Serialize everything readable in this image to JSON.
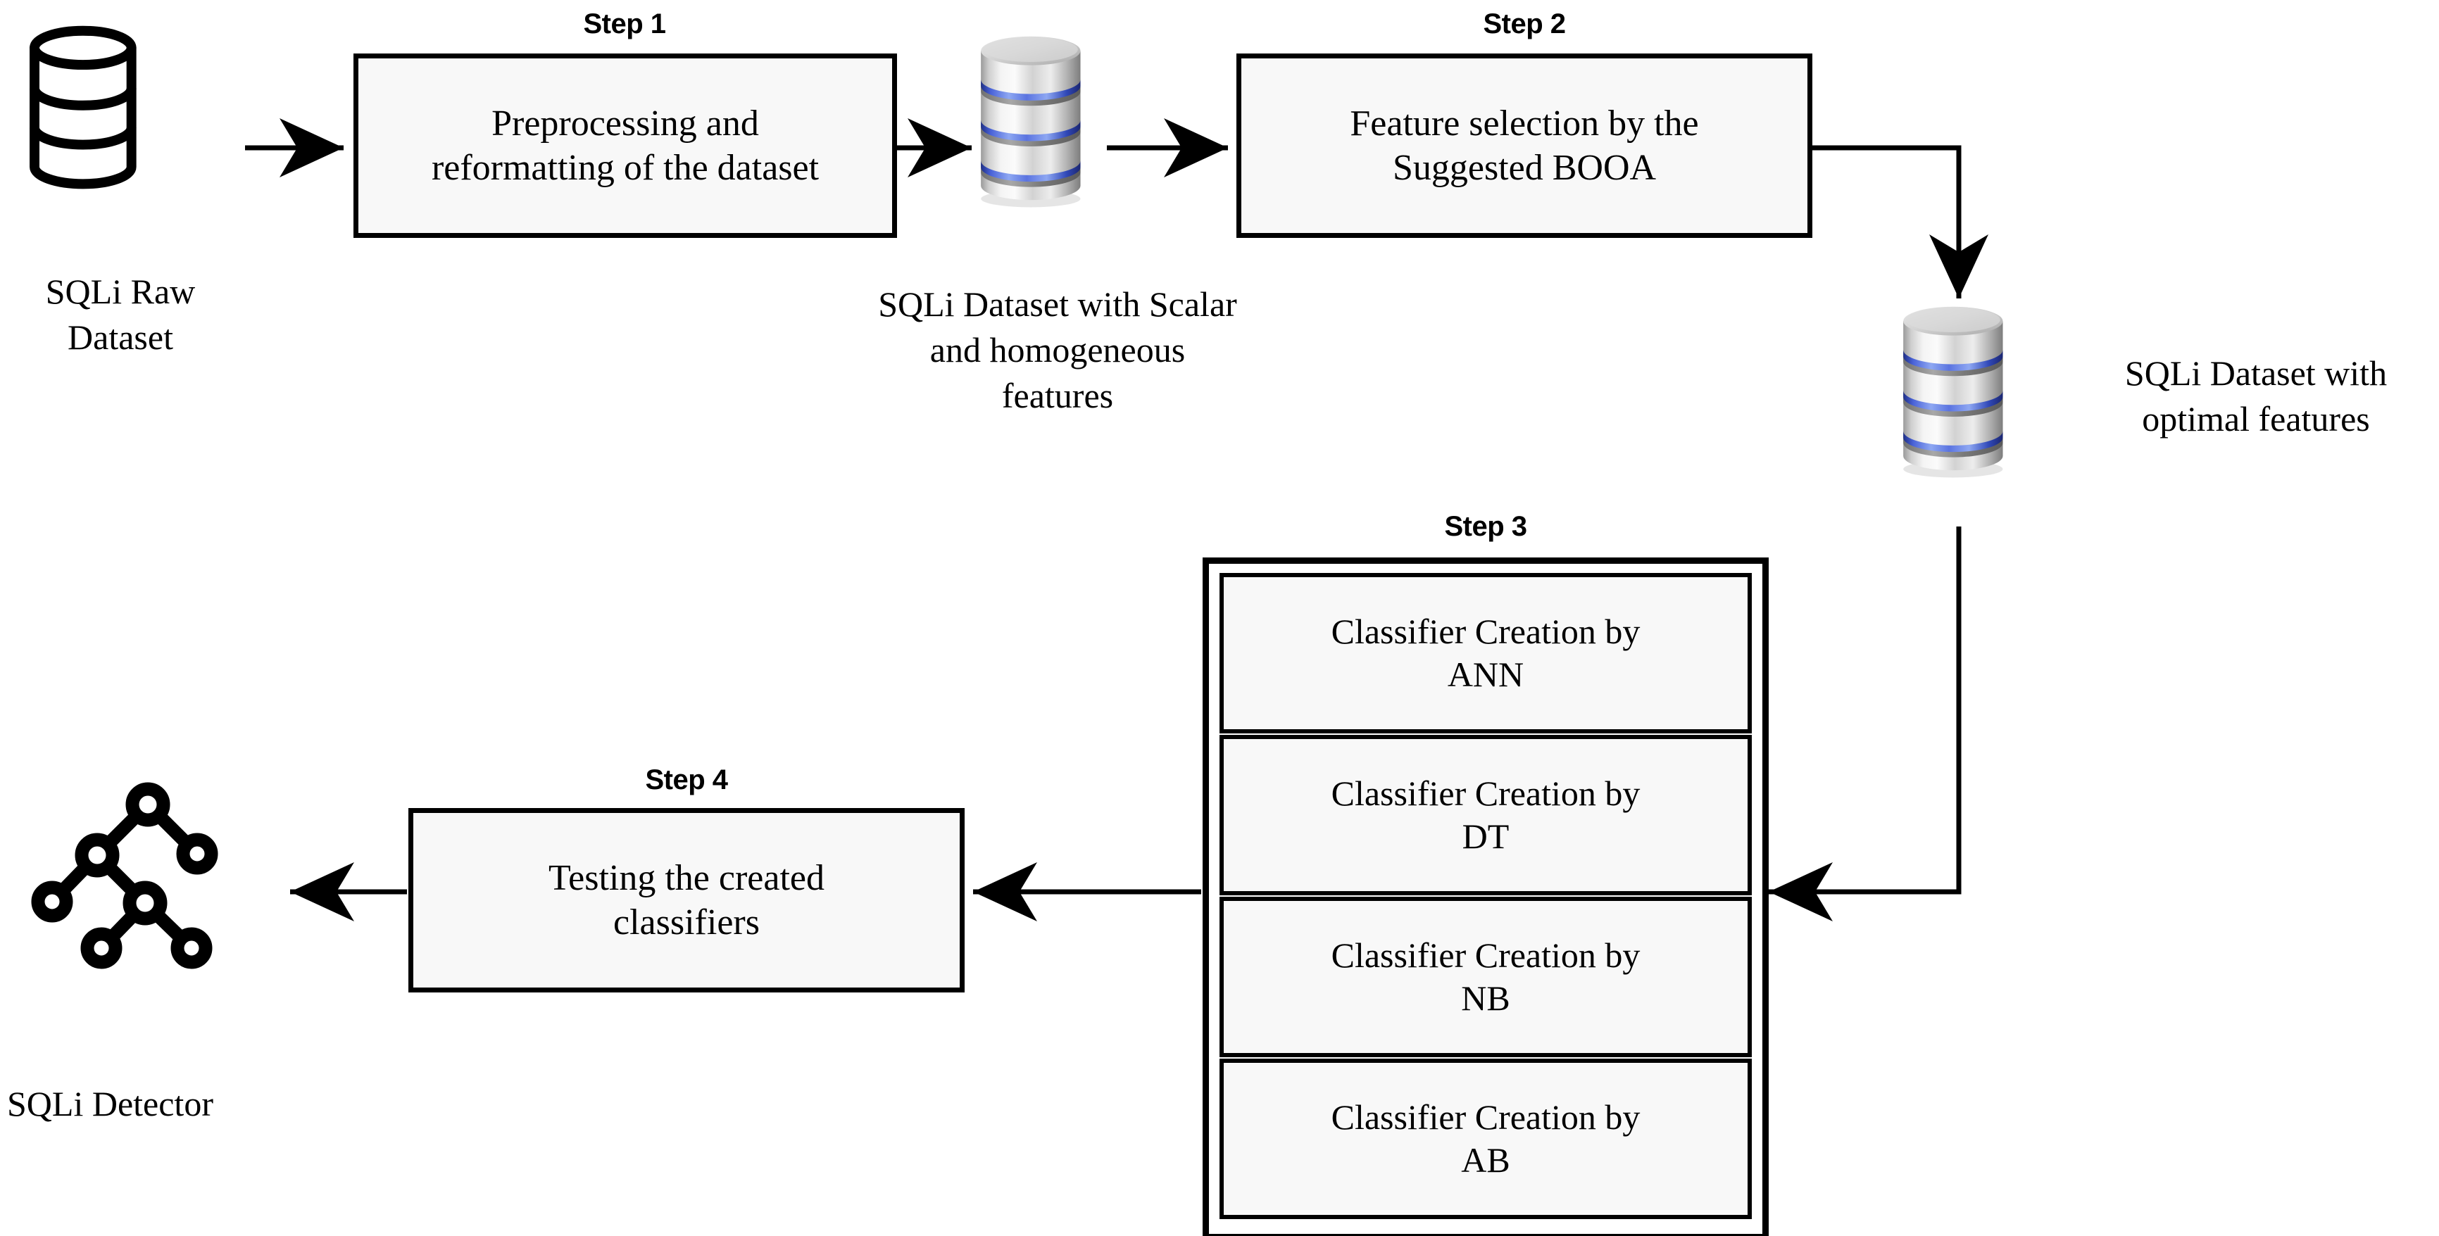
{
  "diagram": {
    "title": "SQLi detection methodology flowchart",
    "colors": {
      "box_fill": "#f8f8f8",
      "stroke": "#000000",
      "db_band": "#3a5fd0",
      "db_metal_light": "#f2f2f2",
      "db_metal_dark": "#8d8d8d"
    }
  },
  "nodes": {
    "raw_dataset": {
      "icon": "database-cylinder-icon",
      "caption_line1": "SQLi Raw",
      "caption_line2": "Dataset"
    },
    "scalar_dataset": {
      "icon": "database-cylinder-3d-icon",
      "caption_line1": "SQLi Dataset with Scalar",
      "caption_line2": "and homogeneous",
      "caption_line3": "features"
    },
    "optimal_dataset": {
      "icon": "database-cylinder-3d-icon",
      "caption_line1": "SQLi Dataset with",
      "caption_line2": "optimal features"
    },
    "detector": {
      "icon": "decision-tree-icon",
      "caption": "SQLi Detector"
    }
  },
  "steps": [
    {
      "id": "step1",
      "label": "Step 1",
      "text_line1": "Preprocessing and",
      "text_line2": "reformatting of the dataset"
    },
    {
      "id": "step2",
      "label": "Step 2",
      "text_line1": "Feature selection by the",
      "text_line2": "Suggested BOOA"
    },
    {
      "id": "step3",
      "label": "Step 3",
      "classifiers": [
        {
          "line1": "Classifier Creation by",
          "line2": "ANN"
        },
        {
          "line1": "Classifier Creation by",
          "line2": "DT"
        },
        {
          "line1": "Classifier Creation by",
          "line2": "NB"
        },
        {
          "line1": "Classifier Creation by",
          "line2": "AB"
        }
      ]
    },
    {
      "id": "step4",
      "label": "Step 4",
      "text_line1": "Testing the created",
      "text_line2": "classifiers"
    }
  ],
  "connectors": [
    {
      "name": "raw-to-step1",
      "from": "raw_dataset",
      "to": "step1",
      "direction": "right"
    },
    {
      "name": "step1-to-scalar-db",
      "from": "step1",
      "to": "scalar_dataset",
      "direction": "right"
    },
    {
      "name": "scalar-db-to-step2",
      "from": "scalar_dataset",
      "to": "step2",
      "direction": "right"
    },
    {
      "name": "step2-to-optimal-db",
      "from": "step2",
      "to": "optimal_dataset",
      "direction": "right-then-down"
    },
    {
      "name": "optimal-db-to-step3",
      "from": "optimal_dataset",
      "to": "step3",
      "direction": "down-then-left"
    },
    {
      "name": "step3-to-step4",
      "from": "step3",
      "to": "step4",
      "direction": "left"
    },
    {
      "name": "step4-to-detector",
      "from": "step4",
      "to": "detector",
      "direction": "left"
    }
  ]
}
